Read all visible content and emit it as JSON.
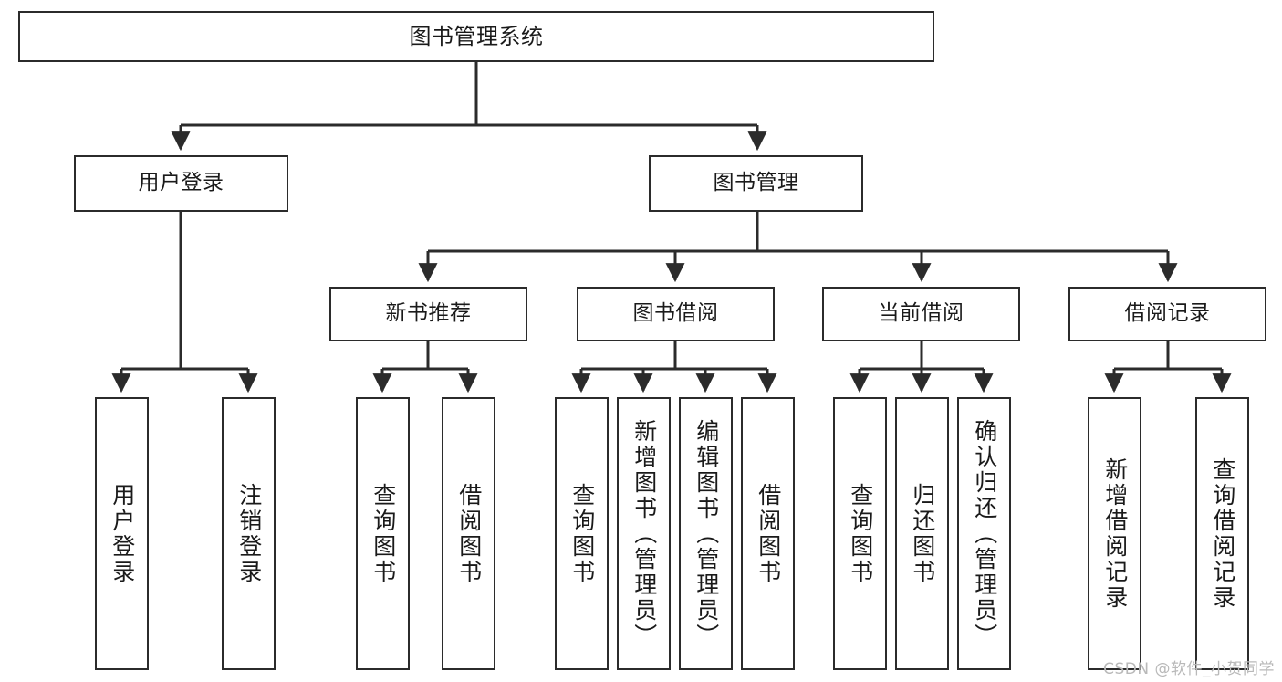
{
  "diagram": {
    "title": "图书管理系统",
    "type": "tree-hierarchy-chart",
    "colors": {
      "box_border": "#2b2b2b",
      "box_fill": "#ffffff",
      "edge": "#2b2b2b",
      "text": "#1a1a1a",
      "watermark": "#b9b9b9",
      "background": "#ffffff"
    }
  },
  "root": {
    "label": "图书管理系统"
  },
  "level2": [
    {
      "label": "用户登录"
    },
    {
      "label": "图书管理"
    }
  ],
  "level3": [
    {
      "label": "新书推荐"
    },
    {
      "label": "图书借阅"
    },
    {
      "label": "当前借阅"
    },
    {
      "label": "借阅记录"
    }
  ],
  "leaves": {
    "user_login": [
      {
        "label": "用户登录"
      },
      {
        "label": "注销登录"
      }
    ],
    "new_book": [
      {
        "label": "查询图书"
      },
      {
        "label": "借阅图书"
      }
    ],
    "book_borrow": [
      {
        "label": "查询图书"
      },
      {
        "label": "新增图书（管理员）"
      },
      {
        "label": "编辑图书（管理员）"
      },
      {
        "label": "借阅图书"
      }
    ],
    "current_borrow": [
      {
        "label": "查询图书"
      },
      {
        "label": "归还图书"
      },
      {
        "label": "确认归还（管理员）"
      }
    ],
    "borrow_record": [
      {
        "label": "新增借阅记录"
      },
      {
        "label": "查询借阅记录"
      }
    ]
  },
  "watermark": {
    "text": "CSDN @软件_小贺同学"
  }
}
